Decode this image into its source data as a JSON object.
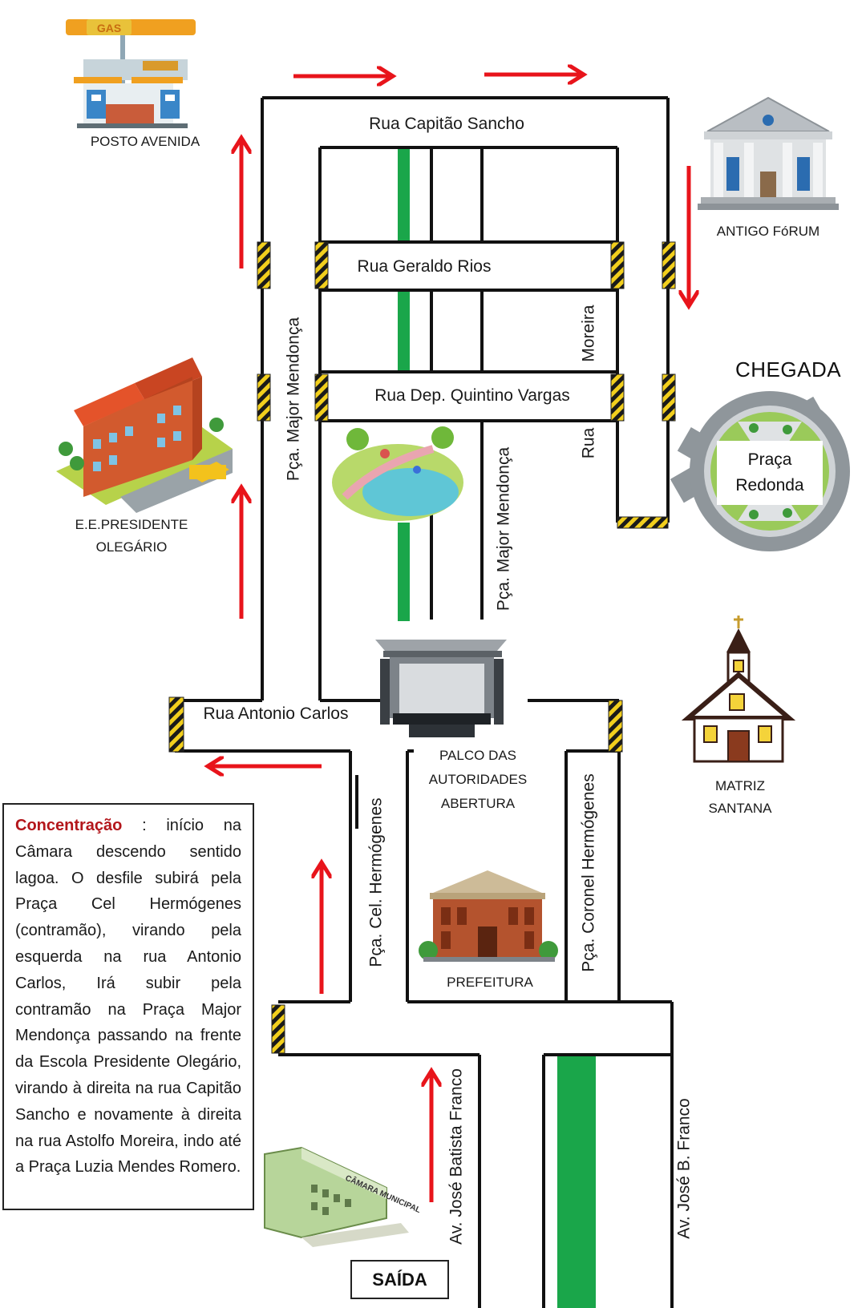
{
  "streets": {
    "capitao_sancho": "Rua Capitão Sancho",
    "geraldo_rios": "Rua Geraldo Rios",
    "quintino_vargas": "Rua Dep. Quintino Vargas",
    "antonio_carlos": "Rua Antonio Carlos",
    "major_mendonca_left": "Pça. Major Mendonça",
    "major_mendonca_right": "Pça. Major Mendonça",
    "moreira": "Moreira",
    "rua": "Rua",
    "cel_hermogenes": "Pça. Cel. Hermógenes",
    "coronel_hermogenes": "Pça. Coronel  Hermógenes",
    "jose_batista_franco": "Av. José Batista Franco",
    "jose_b_franco": "Av. José B. Franco"
  },
  "places": {
    "posto": "POSTO AVENIDA",
    "gas_sign": "GAS",
    "forum": "ANTIGO FóRUM",
    "escola_line1": "E.E.PRESIDENTE",
    "escola_line2": "OLEGÁRIO",
    "chegada": "CHEGADA",
    "praca_line1": "Praça",
    "praca_line2": "Redonda",
    "palco_line1": "PALCO DAS",
    "palco_line2": "AUTORIDADES",
    "palco_line3": "ABERTURA",
    "matriz_line1": "MATRIZ",
    "matriz_line2": "SANTANA",
    "prefeitura": "PREFEITURA",
    "camara_sign": "CÂMARA MUNICIPAL",
    "saida": "SAÍDA"
  },
  "note": {
    "heading": "Concentração",
    "body": " : início na Câmara descendo sentido lagoa. O desfile subirá pela Praça Cel Hermógenes (contramão), virando pela esquerda na rua Antonio Carlos, Irá subir pela contramão na Praça Major Mendonça passando na frente da Escola Presidente Olegário, virando à direita na rua Capitão Sancho e novamente à direita na rua Astolfo Moreira, indo até a Praça Luzia Mendes Romero."
  },
  "colors": {
    "road_line": "#111111",
    "route_arrow": "#e8141b",
    "median": "#1aa64a",
    "barrier_yellow": "#f2cf1d",
    "note_heading": "#b3161b"
  }
}
